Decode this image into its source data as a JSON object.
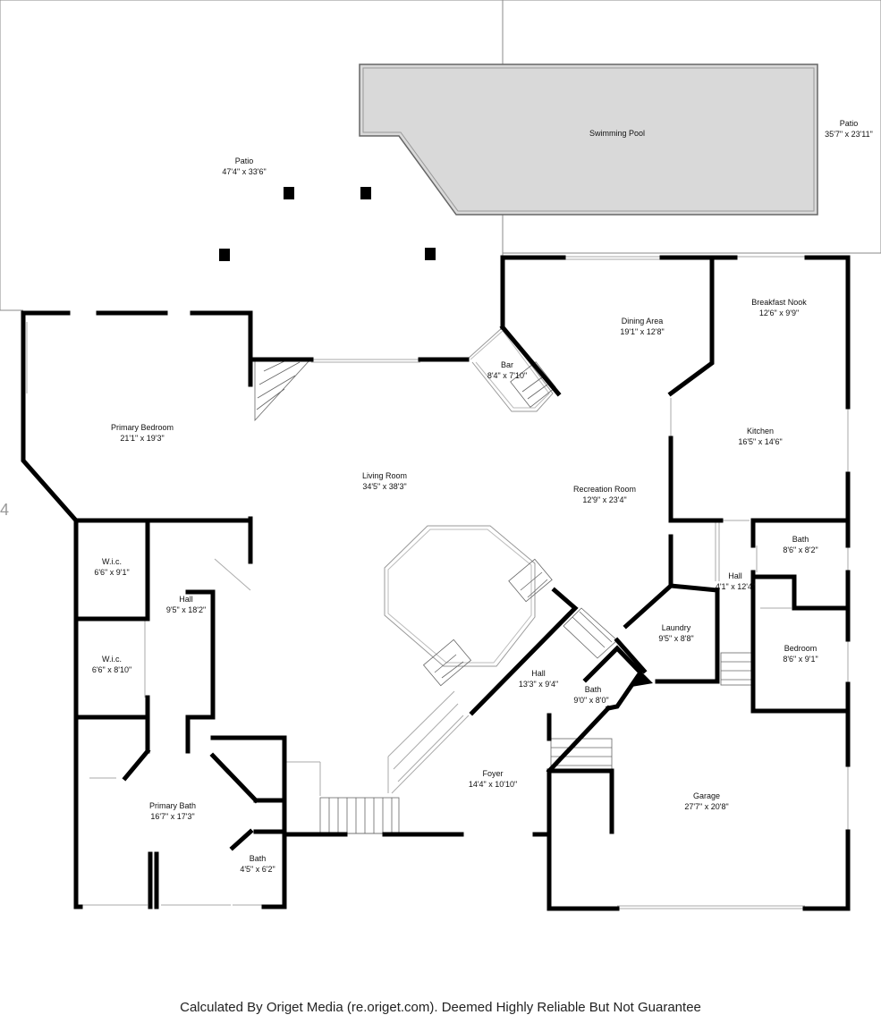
{
  "rooms": [
    {
      "id": "patio-left",
      "name": "Patio",
      "size": "47'4\" x 33'6\""
    },
    {
      "id": "patio-right",
      "name": "Patio",
      "size": "35'7\" x 23'11\""
    },
    {
      "id": "pool",
      "name": "Swimming Pool",
      "size": ""
    },
    {
      "id": "dining",
      "name": "Dining Area",
      "size": "19'1\" x 12'8\""
    },
    {
      "id": "breakfast",
      "name": "Breakfast Nook",
      "size": "12'6\" x 9'9\""
    },
    {
      "id": "bar",
      "name": "Bar",
      "size": "8'4\" x 7'10\""
    },
    {
      "id": "primary-bed",
      "name": "Primary Bedroom",
      "size": "21'1\" x 19'3\""
    },
    {
      "id": "living",
      "name": "Living Room",
      "size": "34'5\" x 38'3\""
    },
    {
      "id": "recreation",
      "name": "Recreation Room",
      "size": "12'9\" x 23'4\""
    },
    {
      "id": "kitchen",
      "name": "Kitchen",
      "size": "16'5\" x 14'6\""
    },
    {
      "id": "bath-upper",
      "name": "Bath",
      "size": "8'6\" x 8'2\""
    },
    {
      "id": "hall-right",
      "name": "Hall",
      "size": "4'1\" x 12'4\""
    },
    {
      "id": "wic-1",
      "name": "W.i.c.",
      "size": "6'6\" x 9'1\""
    },
    {
      "id": "hall-left",
      "name": "Hall",
      "size": "9'5\" x 18'2\""
    },
    {
      "id": "laundry",
      "name": "Laundry",
      "size": "9'5\" x 8'8\""
    },
    {
      "id": "bedroom",
      "name": "Bedroom",
      "size": "8'6\" x 9'1\""
    },
    {
      "id": "wic-2",
      "name": "W.i.c.",
      "size": "6'6\" x 8'10\""
    },
    {
      "id": "hall-center",
      "name": "Hall",
      "size": "13'3\" x 9'4\""
    },
    {
      "id": "bath-center",
      "name": "Bath",
      "size": "9'0\" x 8'0\""
    },
    {
      "id": "foyer",
      "name": "Foyer",
      "size": "14'4\" x 10'10\""
    },
    {
      "id": "garage",
      "name": "Garage",
      "size": "27'7\" x 20'8\""
    },
    {
      "id": "primary-bath",
      "name": "Primary Bath",
      "size": "16'7\" x 17'3\""
    },
    {
      "id": "bath-small",
      "name": "Bath",
      "size": "4'5\" x 6'2\""
    }
  ],
  "edge_mark": "4",
  "footer": "Calculated By Origet Media (re.origet.com). Deemed Highly Reliable But Not Guarantee",
  "colors": {
    "wall": "#000000",
    "pool": "#d9d9d9",
    "outline": "#888888",
    "background": "#ffffff"
  }
}
